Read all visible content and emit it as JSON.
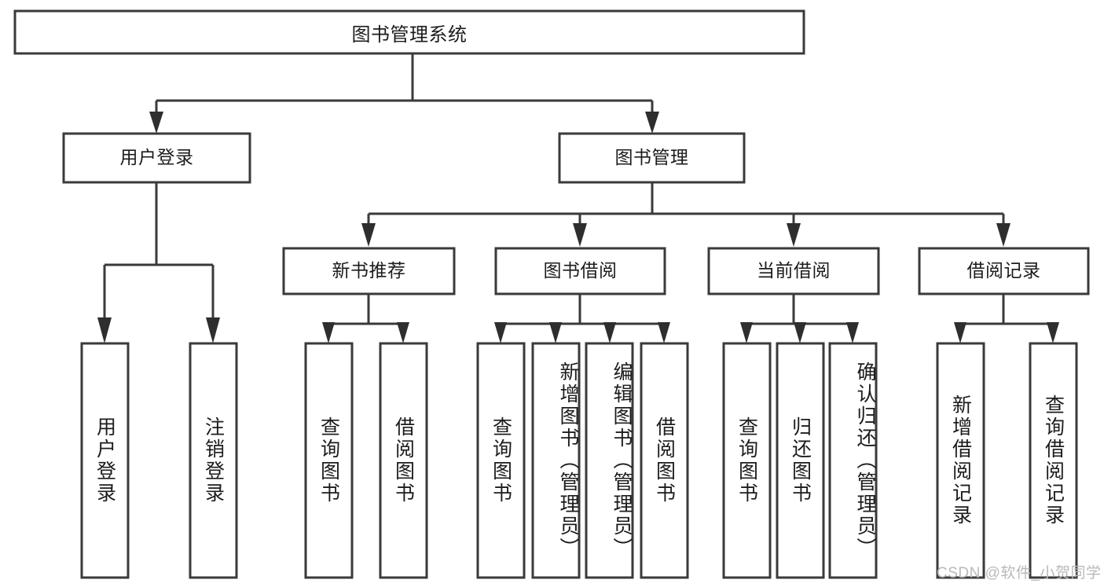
{
  "diagram": {
    "type": "tree-hierarchy",
    "title": "图书管理系统",
    "orientation": "top-down",
    "colors": {
      "box_stroke": "#3a3a3a",
      "box_fill": "#ffffff",
      "connector": "#3a3a3a",
      "text": "#1c1c1c",
      "watermark": "#b9b9b9",
      "background": "#ffffff"
    },
    "root": {
      "label": "图书管理系统"
    },
    "level2": [
      {
        "label": "用户登录"
      },
      {
        "label": "图书管理"
      }
    ],
    "level3": [
      {
        "label": "新书推荐"
      },
      {
        "label": "图书借阅"
      },
      {
        "label": "当前借阅"
      },
      {
        "label": "借阅记录"
      }
    ],
    "leaves": {
      "user_login": [
        {
          "label": "用户登录"
        },
        {
          "label": "注销登录"
        }
      ],
      "new_book_recommend": [
        {
          "label": "查询图书"
        },
        {
          "label": "借阅图书"
        }
      ],
      "book_borrow": [
        {
          "label": "查询图书"
        },
        {
          "label": "新增图书（管理员）"
        },
        {
          "label": "编辑图书（管理员）"
        },
        {
          "label": "借阅图书"
        }
      ],
      "current_borrow": [
        {
          "label": "查询图书"
        },
        {
          "label": "归还图书"
        },
        {
          "label": "确认归还（管理员）"
        }
      ],
      "borrow_records": [
        {
          "label": "新增借阅记录"
        },
        {
          "label": "查询借阅记录"
        }
      ]
    },
    "watermark": "CSDN @软件_小贺同学"
  }
}
